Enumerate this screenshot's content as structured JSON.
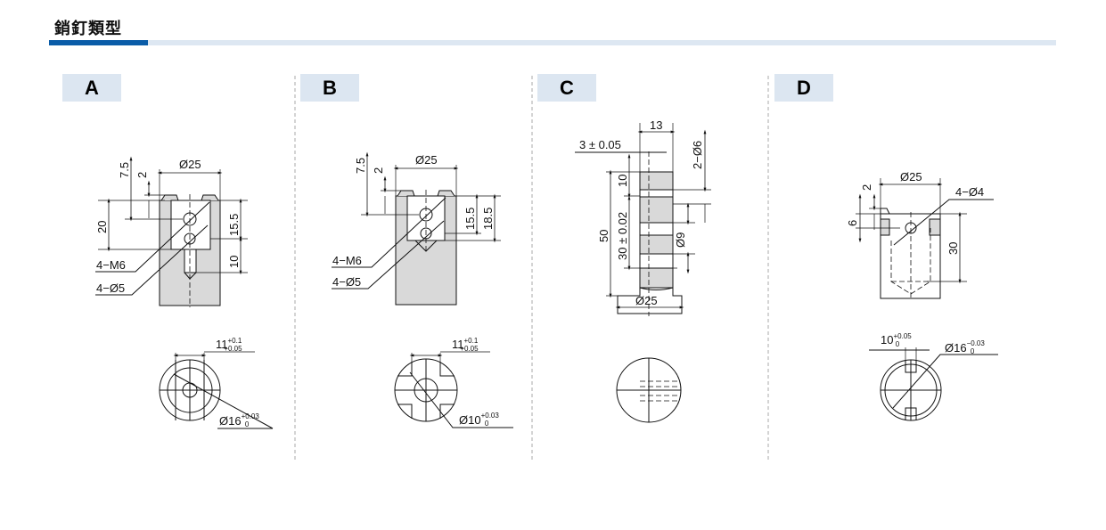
{
  "header": {
    "title": "銷釘類型"
  },
  "colors": {
    "accent": "#0a5ca8",
    "accent_light": "#dde7f2",
    "label_bg": "#dce6f1",
    "part_fill": "#d9d9d9"
  },
  "panels": [
    {
      "label": "A",
      "dims": {
        "dia_top": "Ø25",
        "d7_5": "7.5",
        "d2": "2",
        "d20": "20",
        "d15_5": "15.5",
        "d10": "10",
        "thread": "4−M6",
        "hole": "4−Ø5",
        "width_base": "11",
        "width_up": "+0.1",
        "width_lo": "+0.05",
        "dia_base": "Ø16",
        "dia_up": "+0.03",
        "dia_lo": "0"
      }
    },
    {
      "label": "B",
      "dims": {
        "dia_top": "Ø25",
        "d7_5": "7.5",
        "d2": "2",
        "d15_5": "15.5",
        "d18_5": "18.5",
        "thread": "4−M6",
        "hole": "4−Ø5",
        "width_base": "11",
        "width_up": "+0.1",
        "width_lo": "+0.05",
        "dia_base": "Ø10",
        "dia_up": "+0.03",
        "dia_lo": "0"
      }
    },
    {
      "label": "C",
      "dims": {
        "d13": "13",
        "d3": "3 ± 0.05",
        "holes": "2−Ø6",
        "d10": "10",
        "d50": "50",
        "d30": "30 ± 0.02",
        "d9": "Ø9",
        "dia_flange": "Ø25"
      }
    },
    {
      "label": "D",
      "dims": {
        "dia_top": "Ø25",
        "holes": "4−Ø4",
        "d2": "2",
        "d6": "6",
        "d30": "30",
        "width_base": "10",
        "width_up": "+0.05",
        "width_lo": "0",
        "dia_base": "Ø16",
        "dia_up": "−0.03",
        "dia_lo": "0"
      }
    }
  ]
}
